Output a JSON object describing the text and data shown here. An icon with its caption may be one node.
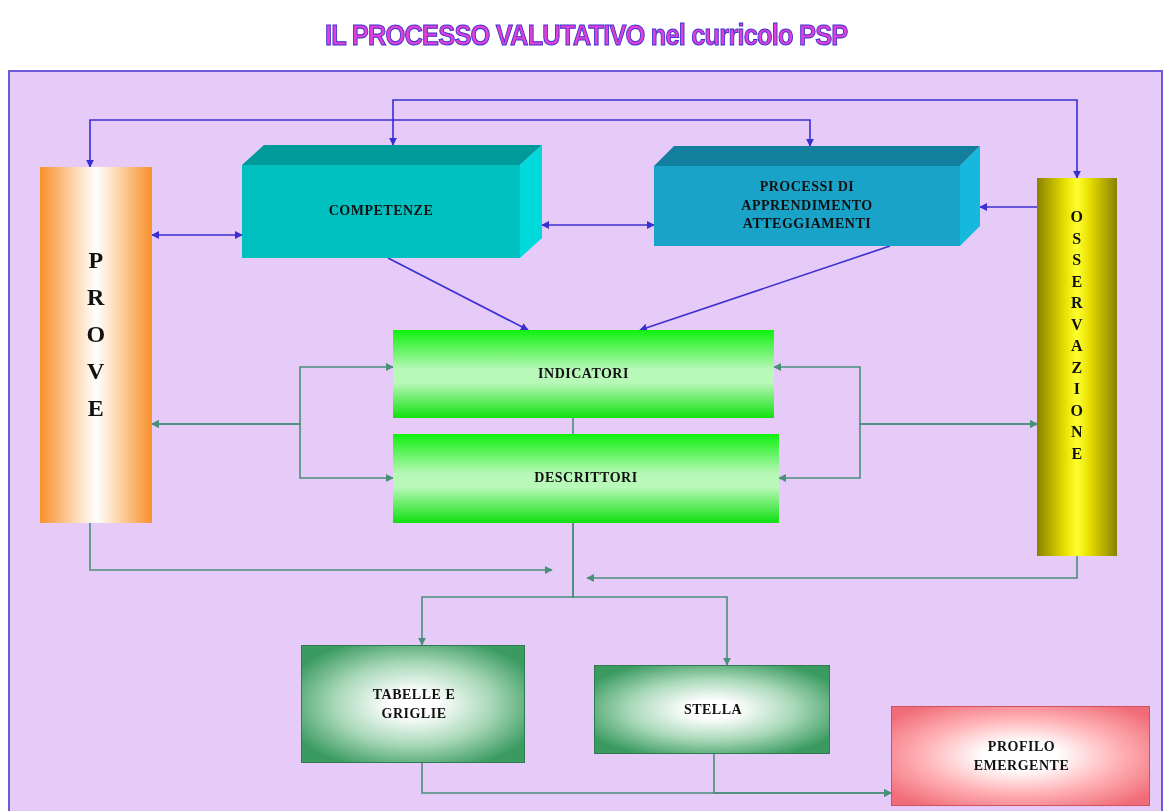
{
  "diagram": {
    "title": "IL PROCESSO VALUTATIVO nel curricolo PSP",
    "nodes": [
      {
        "text": [
          "PROVE"
        ]
      },
      {
        "text": [
          "COMPETENZE"
        ]
      },
      {
        "text": [
          "PROCESSI DI APPRENDIMENTO ATTEGGIAMENTI"
        ]
      },
      {
        "text": [
          "OSSERVAZIONE"
        ]
      },
      {
        "text": [
          "INDICATORI"
        ]
      },
      {
        "text": [
          "DESCRITTORI"
        ]
      },
      {
        "text": [
          "TABELLE E GRIGLIE"
        ]
      },
      {
        "text": [
          "STELLA"
        ]
      },
      {
        "text": [
          "PROFILO EMERGENTE"
        ]
      }
    ],
    "edges": [
      {
        "from": 1,
        "to": 3,
        "arrow": "both",
        "color": "#3a2fd0"
      },
      {
        "from": 0,
        "to": 2,
        "arrow": "both",
        "color": "#3a2fd0"
      },
      {
        "from": 0,
        "to": 1,
        "arrow": "both",
        "color": "#3a2fd0"
      },
      {
        "from": 1,
        "to": 2,
        "arrow": "both",
        "color": "#3a2fd0"
      },
      {
        "from": 3,
        "to": 2,
        "arrow": "to",
        "color": "#3a2fd0"
      },
      {
        "from": 1,
        "to": 4,
        "arrow": "to",
        "color": "#3a2fd0"
      },
      {
        "from": 2,
        "to": 4,
        "arrow": "to",
        "color": "#3a2fd0"
      },
      {
        "from": 0,
        "to": 4,
        "arrow": "both"
      },
      {
        "from": 0,
        "to": 5,
        "arrow": "both"
      },
      {
        "from": 3,
        "to": 4,
        "arrow": "both"
      },
      {
        "from": 3,
        "to": 5,
        "arrow": "both"
      },
      {
        "from": 4,
        "to": 5,
        "arrow": "none"
      },
      {
        "from": 5,
        "to": 6,
        "arrow": "to"
      },
      {
        "from": 5,
        "to": 7,
        "arrow": "to"
      },
      {
        "from": 0,
        "to": null,
        "arrow": "to"
      },
      {
        "from": 3,
        "to": null,
        "arrow": "to"
      },
      {
        "from": 6,
        "to": 8,
        "arrow": "to"
      },
      {
        "from": 7,
        "to": 8,
        "arrow": "to"
      }
    ]
  }
}
